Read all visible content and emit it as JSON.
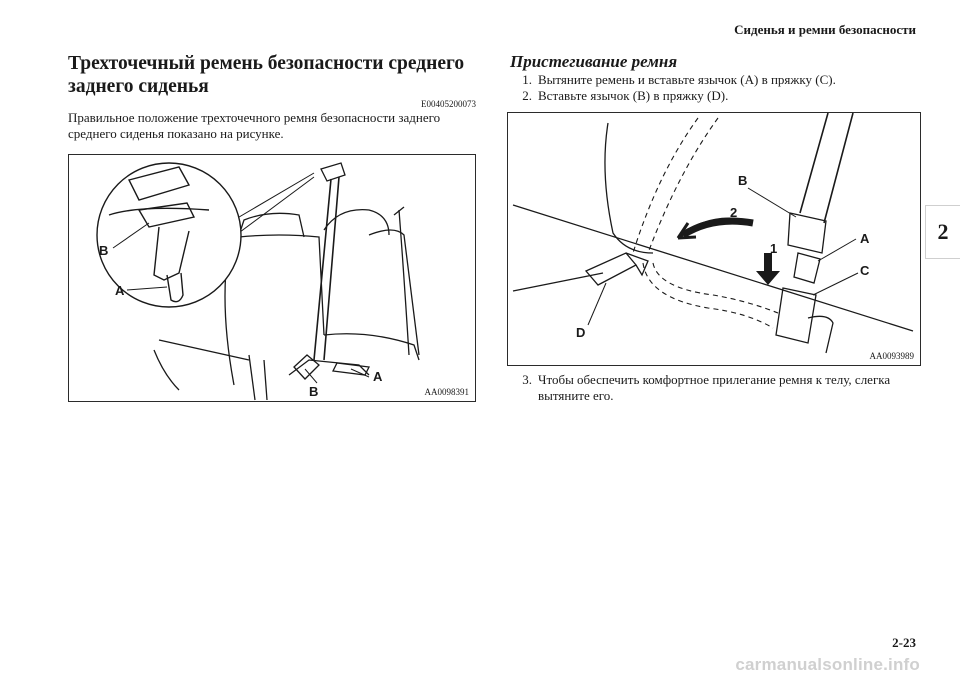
{
  "header": {
    "title": "Сиденья и ремни безопасности"
  },
  "chapter_tab": "2",
  "left": {
    "title_line1": "Трехточечный ремень безопасности среднего",
    "title_line2": "заднего сиденья",
    "code": "E00405200073",
    "text_line1": "Правильное положение трехточечного ремня безопасности заднего",
    "text_line2": "среднего сиденья показано на рисунке.",
    "figure": {
      "id": "AA0098391",
      "labels": {
        "b_top": "B",
        "a_top": "A",
        "b_bottom": "B",
        "a_bottom": "A"
      }
    }
  },
  "right": {
    "subtitle": "Пристегивание ремня",
    "steps": [
      {
        "num": "1.",
        "text": "Вытяните ремень и вставьте язычок (A) в пряжку (C)."
      },
      {
        "num": "2.",
        "text": "Вставьте язычок (B) в пряжку (D)."
      },
      {
        "num": "3.",
        "line1": "Чтобы обеспечить комфортное прилегание ремня к телу, слегка",
        "line2": "вытяните его."
      }
    ],
    "figure": {
      "id": "AA0093989",
      "labels": {
        "b": "B",
        "two": "2",
        "a": "A",
        "one": "1",
        "c": "C",
        "d": "D"
      }
    }
  },
  "page_number": "2-23",
  "watermark": "carmanualsonline.info"
}
